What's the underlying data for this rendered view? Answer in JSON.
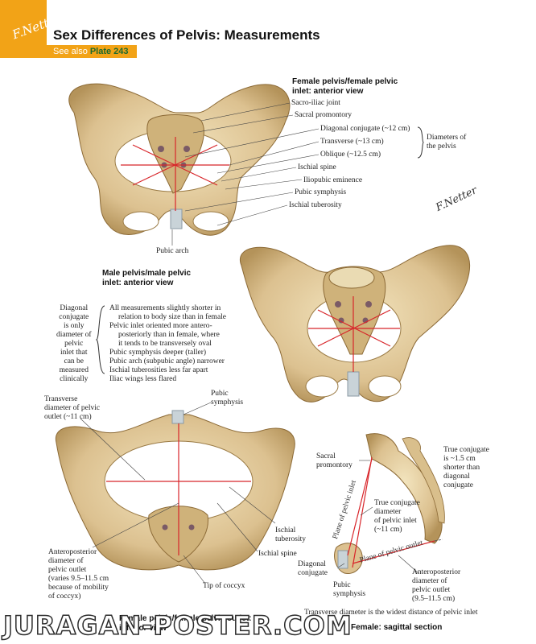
{
  "header": {
    "logo_text": "F.Netter",
    "title": "Sex Differences of Pelvis: Measurements",
    "see_also_prefix": "See also",
    "see_also_plate": "Plate 243"
  },
  "female_anterior": {
    "heading": "Female pelvis/female pelvic\ninlet: anterior view",
    "labels": {
      "sacroiliac": "Sacro-iliac joint",
      "sacral_promontory": "Sacral promontory",
      "diagonal_conjugate": "Diagonal conjugate (~12 cm)",
      "transverse": "Transverse (~13 cm)",
      "oblique": "Oblique (~12.5 cm)",
      "ischial_spine": "Ischial spine",
      "iliopubic": "Iliopubic eminence",
      "pubic_symphysis": "Pubic symphysis",
      "ischial_tuberosity": "Ischial tuberosity",
      "pubic_arch": "Pubic arch",
      "diameters_group": "Diameters of\nthe pelvis"
    }
  },
  "male_anterior": {
    "heading": "Male pelvis/male pelvic\ninlet: anterior view",
    "side_note": "Diagonal\nconjugate\nis only\ndiameter of\npelvic\ninlet that\ncan be\nmeasured\nclinically",
    "differences": [
      "All measurements slightly shorter in",
      "relation to body size than in female",
      "Pelvic inlet oriented more antero-",
      "posteriorly than in female, where",
      "it tends to be transversely oval",
      "Pubic symphysis deeper (taller)",
      "Pubic arch (subpubic angle) narrower",
      "Ischial tuberosities less far apart",
      "Iliac wings less flared"
    ]
  },
  "female_inferior": {
    "heading": "Female pelvis/female pelvic outlet:\ninferior view",
    "labels": {
      "transverse_outlet": "Transverse\ndiameter of pelvic\noutlet (~11 cm)",
      "pubic_symphysis": "Pubic\nsymphysis",
      "ischial_tuberosity": "Ischial\ntuberosity",
      "ischial_spine": "Ischial spine",
      "tip_coccyx": "Tip of coccyx",
      "ap_outlet": "Anteroposterior\ndiameter of\npelvic outlet\n(varies 9.5–11.5 cm\nbecause of mobility\nof coccyx)"
    }
  },
  "sagittal": {
    "heading": "Female: sagittal section",
    "footnote": "Transverse diameter is the widest distance of pelvic inlet",
    "labels": {
      "sacral_promontory": "Sacral\npromontory",
      "true_conjugate_note": "True conjugate\nis ~1.5 cm\nshorter than\ndiagonal\nconjugate",
      "true_conjugate": "True conjugate\ndiameter\nof pelvic inlet\n(~11 cm)",
      "plane_inlet": "Plane of pelvic inlet",
      "plane_outlet": "Plane of pelvic outlet",
      "diagonal_conjugate": "Diagonal\nconjugate",
      "pubic_symphysis": "Pubic\nsymphysis",
      "ap_outlet": "Anteroposterior\ndiameter of\npelvic outlet\n(9.5–11.5 cm)"
    }
  },
  "watermark": "JURAGAN-POSTER.COM",
  "signature": "F.Netter",
  "colors": {
    "accent": "#f2a317",
    "bone": "#e2cc9a",
    "bone_shade": "#b99a5e",
    "measure_line": "#d8262b",
    "plate_link": "#1b6a2f"
  }
}
